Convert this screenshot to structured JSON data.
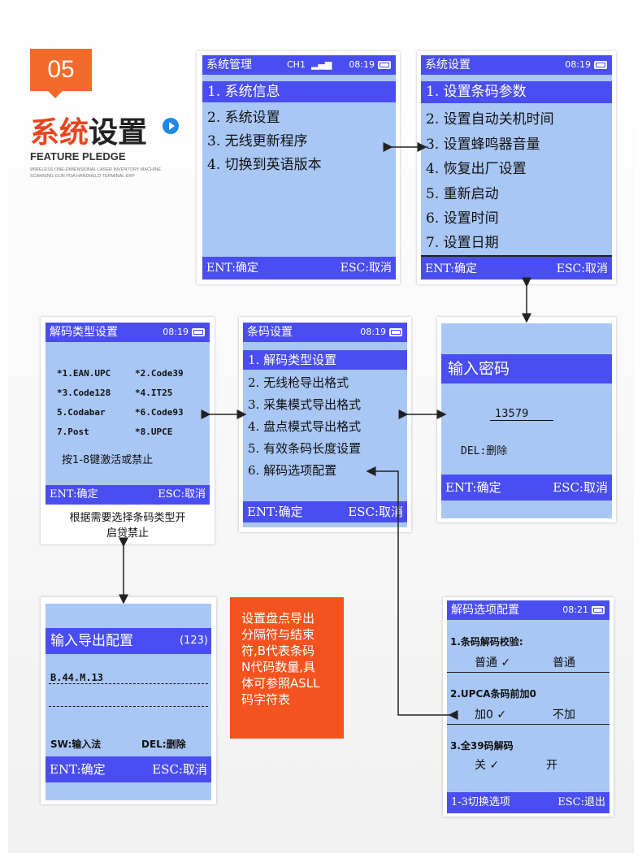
{
  "section": {
    "number": "05",
    "title_part1": "系统",
    "title_part2": "设置",
    "subtitle": "FEATURE PLEDGE",
    "tiny_line1": "WIRELESS ONE-DIMENSIONAL LASER INVENTORY MACHINE",
    "tiny_line2": "SCANNING GUN PDA HANDHELD TERMINAL ERP"
  },
  "screen_system_mgmt": {
    "title": "系统管理",
    "channel": "CH1",
    "time": "08:19",
    "items": [
      "1. 系统信息",
      "2. 系统设置",
      "3. 无线更新程序",
      "4. 切换到英语版本"
    ],
    "footer_left": "ENT:确定",
    "footer_right": "ESC:取消"
  },
  "screen_system_settings": {
    "title": "系统设置",
    "time": "08:19",
    "items": [
      "1. 设置条码参数",
      "2. 设置自动关机时间",
      "3. 设置蜂鸣器音量",
      "4. 恢复出厂设置",
      "5. 重新启动",
      "6. 设置时间",
      "7. 设置日期"
    ],
    "footer_left": "ENT:确定",
    "footer_right": "ESC:取消"
  },
  "screen_password": {
    "title": "输入密码",
    "value": "13579",
    "hint": "DEL:删除",
    "footer_left": "ENT:确定",
    "footer_right": "ESC:取消"
  },
  "screen_barcode_settings": {
    "title": "条码设置",
    "time": "08:19",
    "items": [
      "1. 解码类型设置",
      "2. 无线枪导出格式",
      "3. 采集模式导出格式",
      "4. 盘点模式导出格式",
      "5. 有效条码长度设置",
      "6. 解码选项配置"
    ],
    "footer_left": "ENT:确定",
    "footer_right": "ESC:取消"
  },
  "screen_decode_type": {
    "title": "解码类型设置",
    "time": "08:19",
    "rows": [
      [
        "*1.EAN.UPC",
        "*2.Code39"
      ],
      [
        "*3.Code128",
        "*4.IT25"
      ],
      [
        " 5.Codabar",
        "*6.Code93"
      ],
      [
        " 7.Post",
        "*8.UPCE"
      ]
    ],
    "hint": "按1-8键激活或禁止",
    "footer_left": "ENT:确定",
    "footer_right": "ESC:取消",
    "caption_line1": "根据需要选择条码类型开",
    "caption_line2": "启贷禁止"
  },
  "screen_export_config": {
    "title": "输入导出配置",
    "code": "(123)",
    "value": "B.44.M.13",
    "sw_hint": "SW:输入法",
    "del_hint": "DEL:删除",
    "footer_left": "ENT:确定",
    "footer_right": "ESC:取消"
  },
  "note": {
    "text_lines": [
      "设置盘点导出",
      "分隔符与结束",
      "符,B代表条码",
      "N代码数量,具",
      "体可参照ASLL",
      "码字符表"
    ]
  },
  "screen_decode_options": {
    "title": "解码选项配置",
    "time": "08:21",
    "opt1_label": "1.条码解码校验:",
    "opt1_left": "普通 ✓",
    "opt1_right": "普通",
    "opt2_label": "2.UPCA条码前加0",
    "opt2_left": "加0 ✓",
    "opt2_right": "不加",
    "opt3_label": "3.全39码解码",
    "opt3_left": "关 ✓",
    "opt3_right": "开",
    "footer_left": "1-3切换选项",
    "footer_right": "ESC:退出"
  },
  "colors": {
    "accent_orange": "#f36a2a",
    "screen_bg": "#a9c7f5",
    "screen_bar": "#4a4ef0"
  }
}
